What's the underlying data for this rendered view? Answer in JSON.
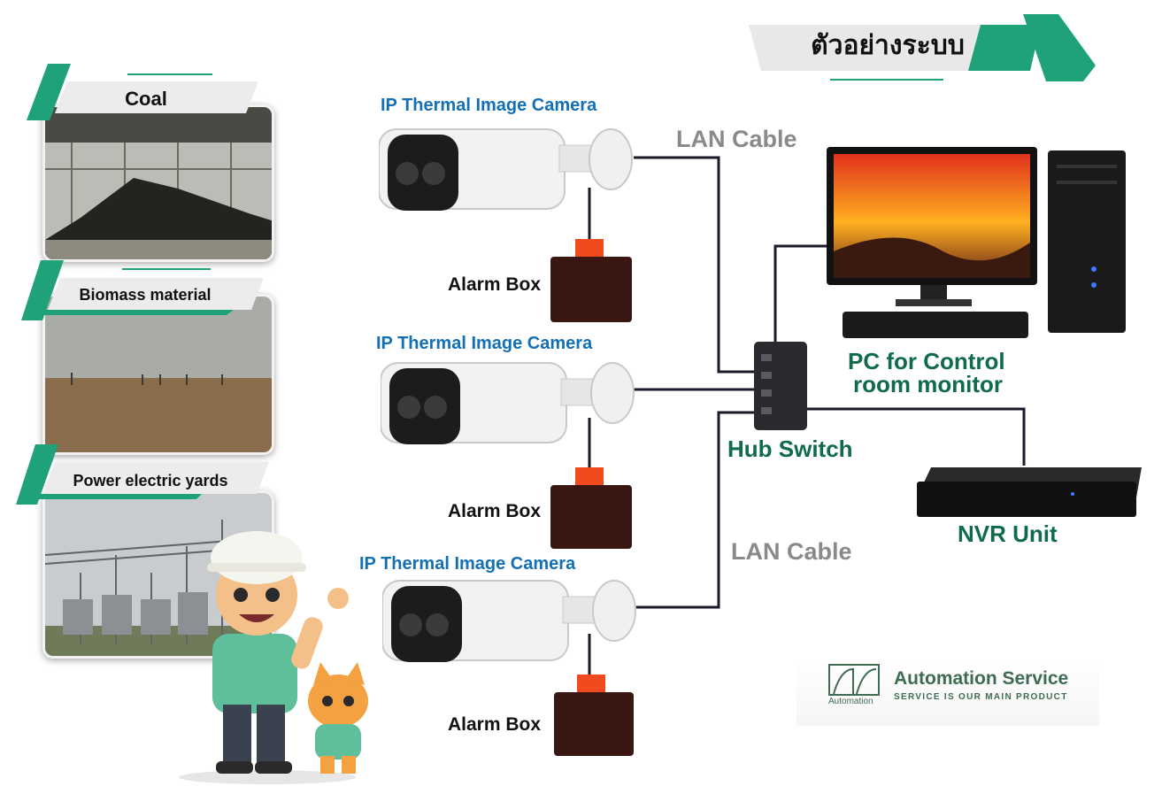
{
  "title": "ตัวอย่างระบบ",
  "categories": [
    {
      "label": "Coal"
    },
    {
      "label": "Biomass material"
    },
    {
      "label": "Power electric yards"
    }
  ],
  "cameras": [
    {
      "label": "IP Thermal Image Camera",
      "alarm": "Alarm Box"
    },
    {
      "label": "IP Thermal Image Camera",
      "alarm": "Alarm Box"
    },
    {
      "label": "IP Thermal Image Camera",
      "alarm": "Alarm Box"
    }
  ],
  "cables": {
    "top": "LAN Cable",
    "bottom": "LAN Cable"
  },
  "devices": {
    "hub": "Hub Switch",
    "pc_line1": "PC for Control",
    "pc_line2": "room monitor",
    "nvr": "NVR Unit"
  },
  "logo": {
    "name": "Automation Service",
    "tagline": "SERVICE IS OUR MAIN PRODUCT",
    "mark_text": "Automation"
  },
  "colors": {
    "brand_green": "#0f6b4b",
    "accent_teal": "#1fa27a",
    "camera_label_blue": "#1470b4",
    "cable_gray": "#8a8a8a",
    "wire": "#1a1a2a"
  }
}
